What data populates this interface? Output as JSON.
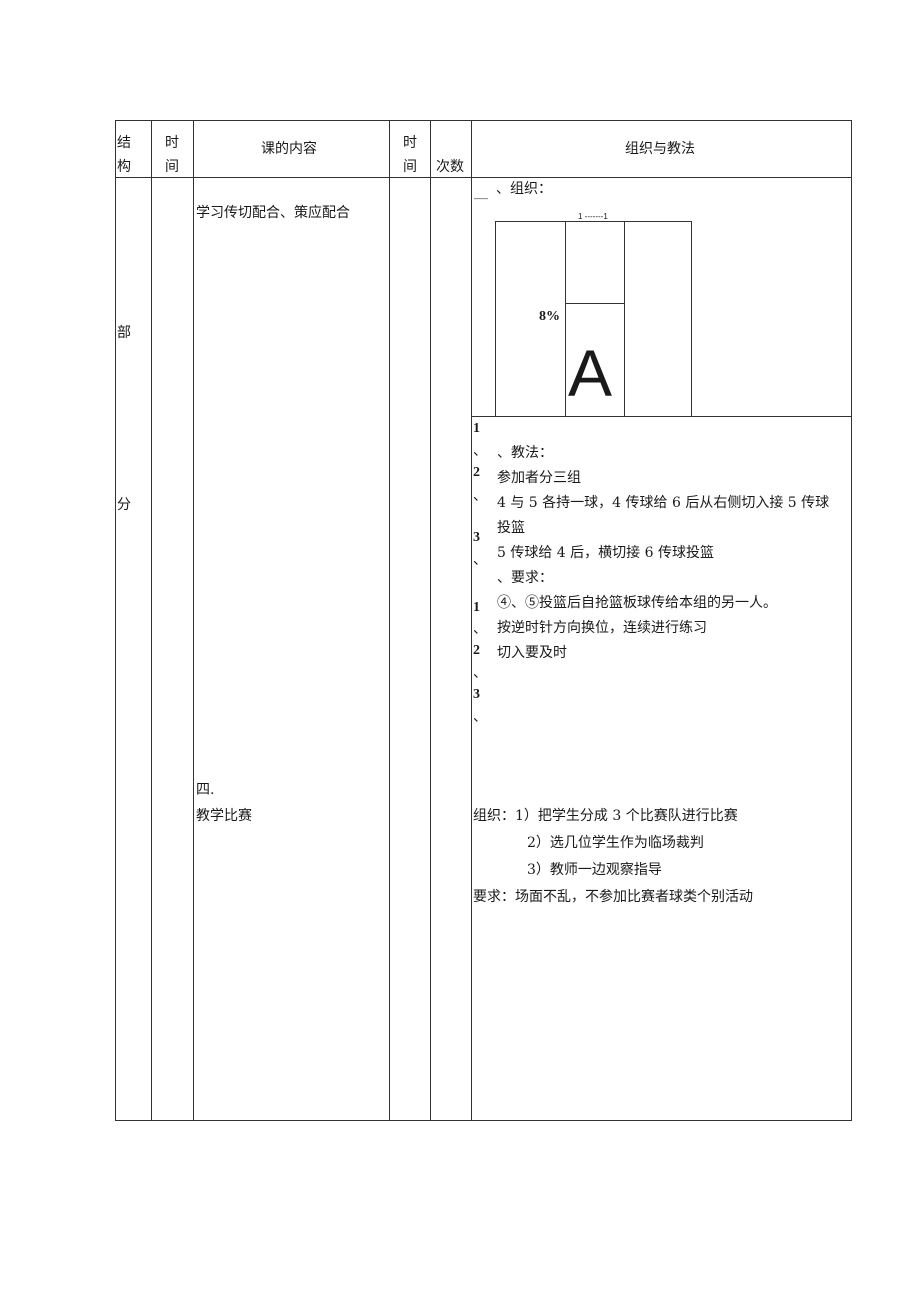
{
  "header": {
    "col1": [
      "结",
      "构"
    ],
    "col2": [
      "时",
      "间"
    ],
    "col3": "课的内容",
    "col4": [
      "时",
      "间"
    ],
    "col5": "次数",
    "col6": "组织与教法"
  },
  "structure": [
    "部",
    "分"
  ],
  "content": {
    "item1": "学习传切配合、策应配合",
    "item2_num": "四.",
    "item2": "教学比赛"
  },
  "method": {
    "org_dash": "__",
    "org_label": "、组织：",
    "diagram": {
      "top_label": "1 -------1",
      "percent": "8%",
      "letter": "A"
    },
    "side_nums": [
      "1",
      "、",
      "2",
      "、",
      "3",
      "、",
      "1",
      "、",
      "2",
      "、",
      "3",
      "、"
    ],
    "teach_label": "、教法：",
    "teach_lines": [
      "参加者分三组",
      "4 与 5 各持一球，4 传球给 6 后从右侧切入接 5 传球",
      "投篮",
      "5 传球给 4 后，横切接 6 传球投篮"
    ],
    "req_label": "、要求：",
    "req_lines": [
      "④、⑤投篮后自抢篮板球传给本组的另一人。",
      "按逆时针方向换位，连续进行练习",
      "切入要及时"
    ],
    "match": {
      "org_prefix": "组织：",
      "org_lines": [
        "1）把学生分成 3 个比赛队进行比赛",
        "2）选几位学生作为临场裁判",
        "3）教师一边观察指导"
      ],
      "req": "要求：场面不乱，不参加比赛者球类个别活动"
    }
  }
}
